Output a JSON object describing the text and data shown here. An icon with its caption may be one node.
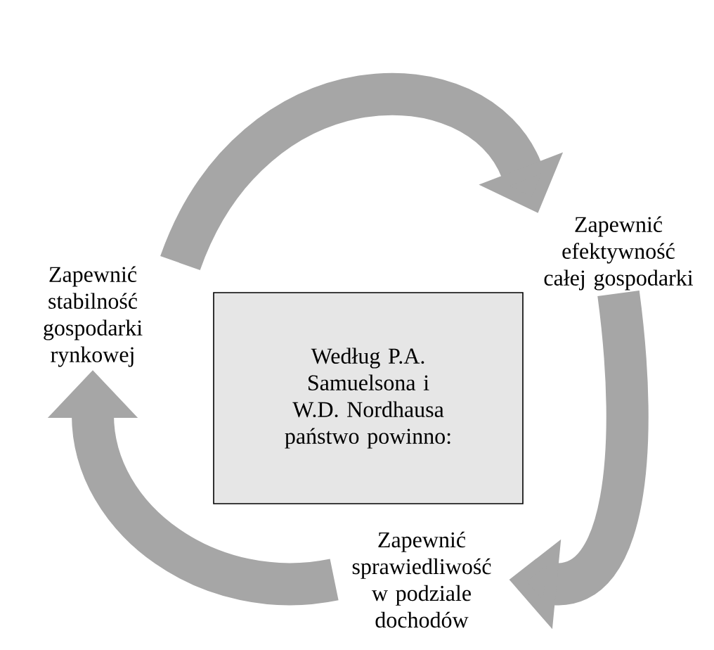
{
  "diagram": {
    "nodes": [
      {
        "text": [
          "Według P.A. Samuelsona i W.D. Nordhausa państwo powinno:"
        ]
      },
      {
        "text": [
          "Zapewnić stabilność gospodarki rynkowej"
        ]
      },
      {
        "text": [
          "Zapewnić efektywność całej gospodarki"
        ]
      },
      {
        "text": [
          "Zapewnić sprawiedliwość w podziale dochodów"
        ]
      }
    ],
    "edges": [
      {
        "from": 1,
        "to": 2,
        "arrow": "to"
      },
      {
        "from": 2,
        "to": 3,
        "arrow": "to"
      },
      {
        "from": 3,
        "to": 1,
        "arrow": "to"
      }
    ]
  }
}
